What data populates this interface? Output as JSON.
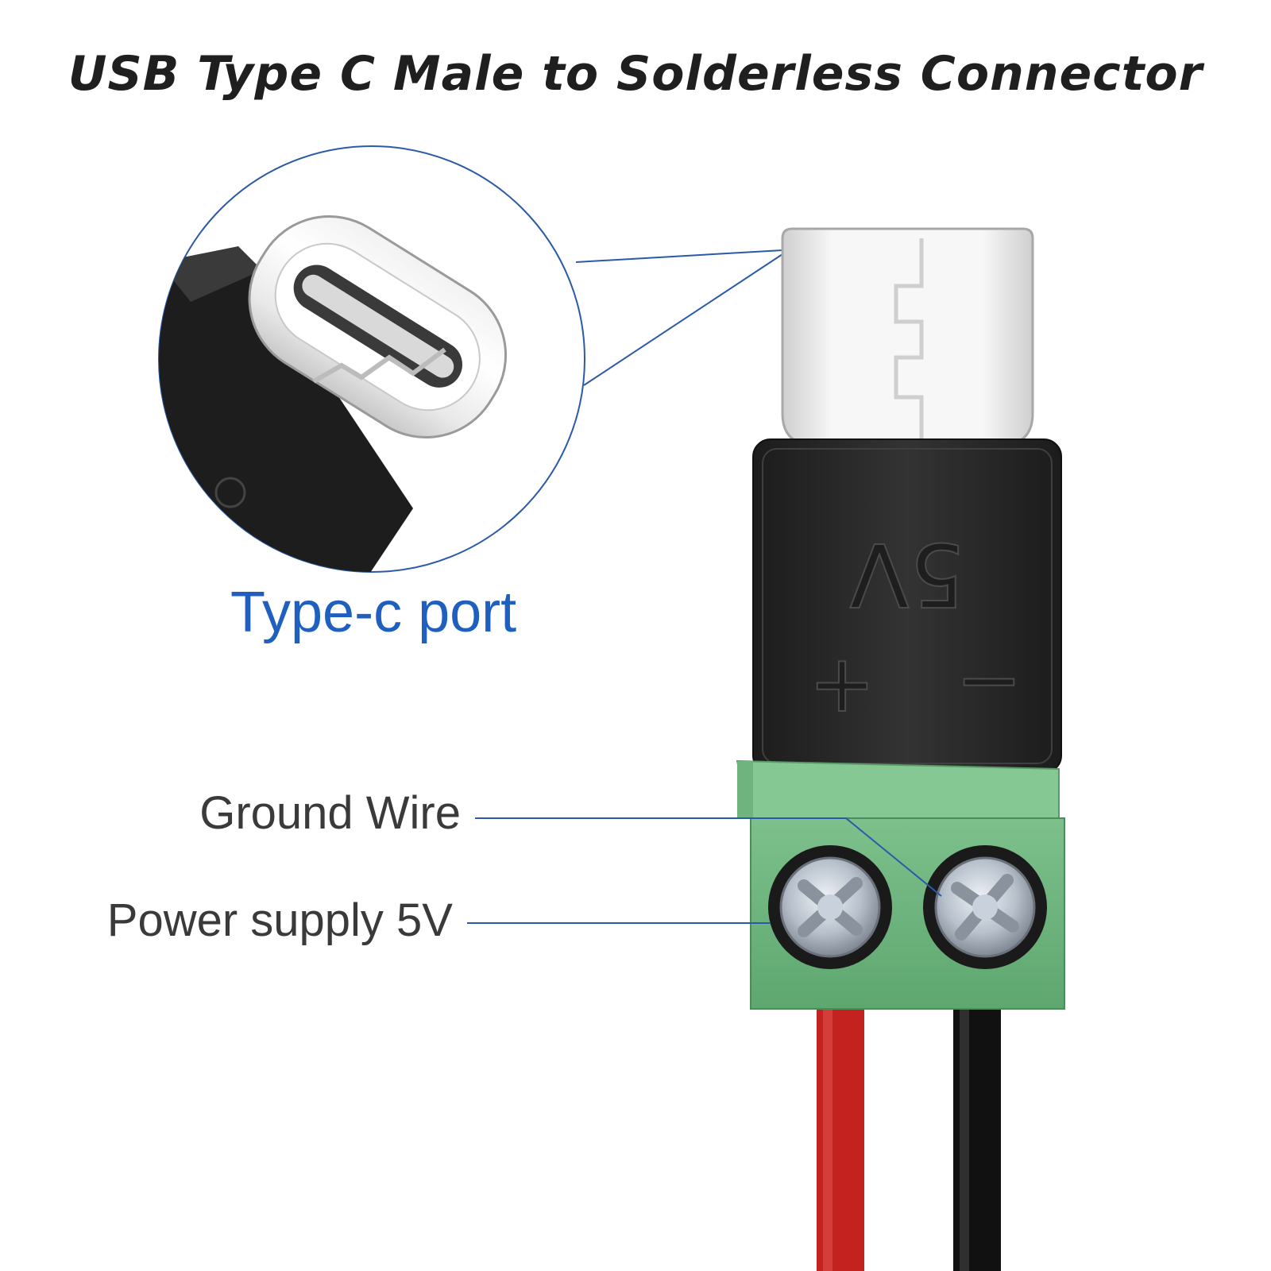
{
  "title": "USB Type C Male to Solderless Connector",
  "callouts": {
    "port": "Type-c port",
    "ground": "Ground Wire",
    "power": "Power supply 5V"
  },
  "connector_markings": {
    "voltage": "5V",
    "plus": "+",
    "minus": "−"
  },
  "colors": {
    "title": "#1f1f1f",
    "accent_blue": "#1f5fc0",
    "leader_line": "#2b5aa8",
    "terminal_green": "#6ab27a",
    "housing_black": "#2a2a2a",
    "wire_red": "#c4221e",
    "wire_black": "#111111"
  }
}
